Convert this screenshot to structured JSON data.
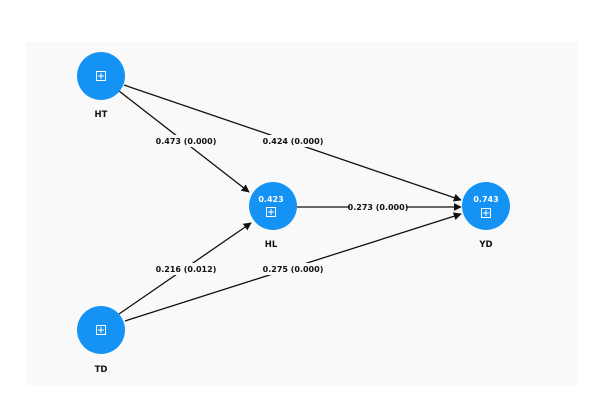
{
  "colors": {
    "canvas": "#f9f9f9",
    "node": "#1493f5",
    "edge": "#111111"
  },
  "nodes": {
    "ht": {
      "name": "HT",
      "value": ""
    },
    "td": {
      "name": "TD",
      "value": ""
    },
    "hl": {
      "name": "HL",
      "value": "0.423"
    },
    "yd": {
      "name": "YD",
      "value": "0.743"
    }
  },
  "edges": {
    "ht_hl": {
      "from": "HT",
      "to": "HL",
      "label": "0.473 (0.000)"
    },
    "ht_yd": {
      "from": "HT",
      "to": "YD",
      "label": "0.424 (0.000)"
    },
    "hl_yd": {
      "from": "HL",
      "to": "YD",
      "label": "0.273 (0.000)"
    },
    "td_hl": {
      "from": "TD",
      "to": "HL",
      "label": "0.216 (0.012)"
    },
    "td_yd": {
      "from": "TD",
      "to": "YD",
      "label": "0.275 (0.000)"
    }
  },
  "icons": {
    "node_expand": "plus-square-icon"
  }
}
